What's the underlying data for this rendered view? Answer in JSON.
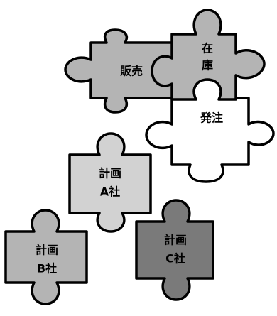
{
  "colors": {
    "light_gray": "#d2d2d2",
    "mid_gray": "#b4b4b4",
    "dark_gray": "#7a7a7a",
    "white": "#ffffff",
    "outline": "#000000"
  },
  "pieces": {
    "sales": {
      "label": "販売"
    },
    "stock": {
      "line1": "在",
      "line2": "庫"
    },
    "order": {
      "label": "発注"
    },
    "plan_a": {
      "line1": "計画",
      "line2": "A社"
    },
    "plan_b": {
      "line1": "計画",
      "line2": "B社"
    },
    "plan_c": {
      "line1": "計画",
      "line2": "C社"
    }
  }
}
